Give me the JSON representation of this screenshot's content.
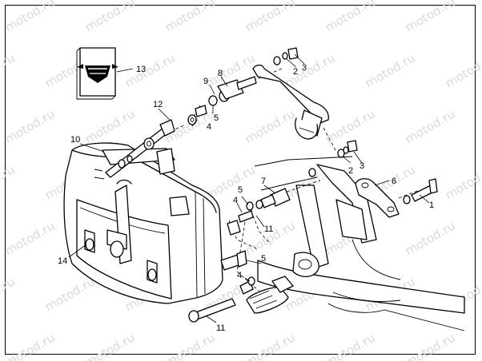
{
  "watermark": {
    "text": "motod.ru",
    "color": "#d9d9d9"
  },
  "callouts": [
    {
      "id": "c1",
      "label": "1"
    },
    {
      "id": "c2a",
      "label": "2"
    },
    {
      "id": "c3a",
      "label": "3"
    },
    {
      "id": "c2b",
      "label": "2"
    },
    {
      "id": "c3b",
      "label": "3"
    },
    {
      "id": "c4a",
      "label": "4"
    },
    {
      "id": "c5a",
      "label": "5"
    },
    {
      "id": "c4b",
      "label": "4"
    },
    {
      "id": "c5b",
      "label": "5"
    },
    {
      "id": "c4c",
      "label": "4"
    },
    {
      "id": "c5c",
      "label": "5"
    },
    {
      "id": "c6",
      "label": "6"
    },
    {
      "id": "c7",
      "label": "7"
    },
    {
      "id": "c8",
      "label": "8"
    },
    {
      "id": "c9",
      "label": "9"
    },
    {
      "id": "c10",
      "label": "10"
    },
    {
      "id": "c11a",
      "label": "11"
    },
    {
      "id": "c11b",
      "label": "11"
    },
    {
      "id": "c12",
      "label": "12"
    },
    {
      "id": "c13",
      "label": "13"
    },
    {
      "id": "c14",
      "label": "14"
    }
  ],
  "parts": [
    {
      "name": "manual-booklet",
      "icon": "harley-davidson-emblem-icon"
    },
    {
      "name": "saddlebag"
    },
    {
      "name": "support-bracket"
    },
    {
      "name": "footpeg-mount-arm"
    },
    {
      "name": "passenger-footpeg"
    },
    {
      "name": "motorcycle-frame"
    }
  ]
}
